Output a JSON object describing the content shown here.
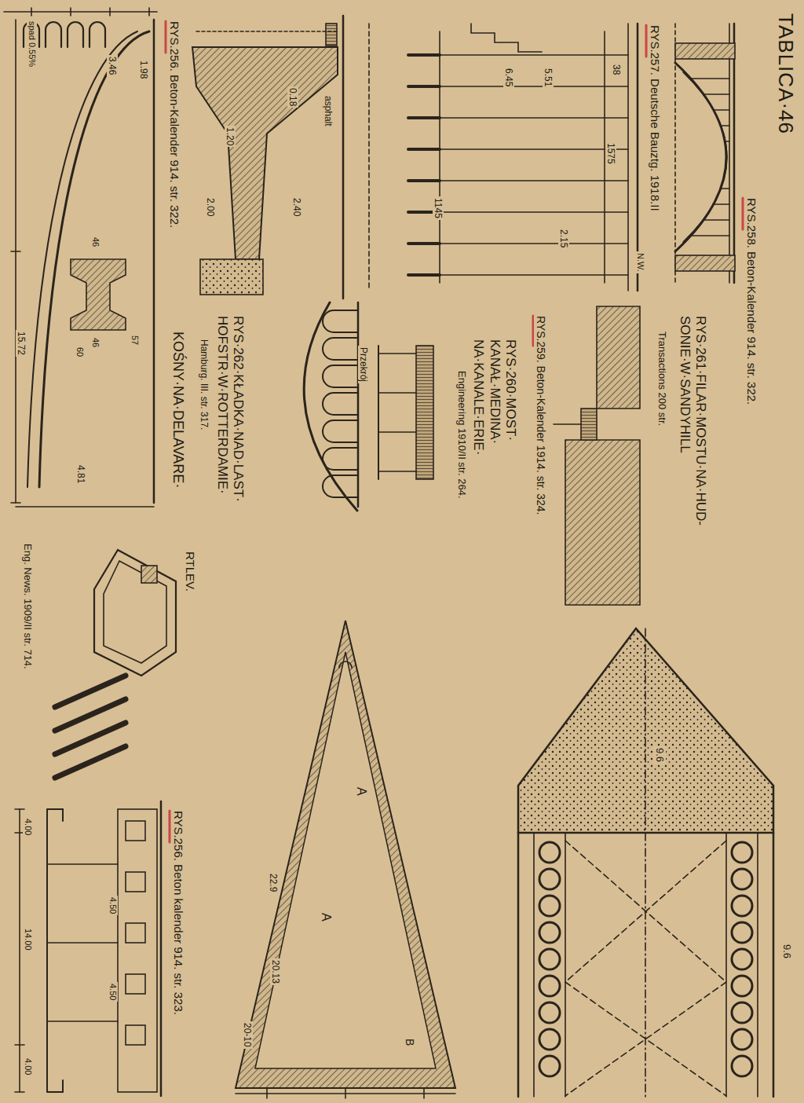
{
  "diagram": {
    "title": "TABLICA·46",
    "labels": [
      "RYS.258. Beton-Kalender 914. str. 322.",
      "RYS·261·FILAR·MOSTU·NA·HUD- SONIE·W·SANDYHILL",
      "Transactions 200 str.",
      "RYS·260·MOST· KANAŁ·MEDINA· NA·KANALE·ERIE·",
      "Engineering 1910/II str. 264.",
      "Przekrój",
      "RYS.259. Beton-Kalender 1914. str. 324.",
      "RYS.257. Deutsche Bauztg. 1918.II",
      "RYS.256. Beton-Kalender 914. str. 322.",
      "RYS·262·KŁADKA·NAD·LAST· HOFSTR·W·ROTTERDAMIE·",
      "Hamburg. III. str. 317.",
      "KOŚNY·NA·DELAVARE·",
      "RTLEV.",
      "Eng. News. 1909/II str. 714.",
      "RYS.256. Beton kalender 914. str. 323.",
      "spad 0.55%",
      "4.81",
      "15.72",
      "3.46",
      "1.98",
      "46",
      "46",
      "57",
      "60",
      "1.20",
      "0.18",
      "2.00",
      "2.40",
      "asphalt",
      "38",
      "1575",
      "1145",
      "5.51",
      "6.45",
      "2.15",
      "N.W.",
      "A",
      "A",
      "B",
      "22.9",
      "20.13",
      "20-10",
      "9.6",
      "9.6",
      "4.00",
      "14.00",
      "4.00",
      "4.50",
      "4.50"
    ]
  }
}
